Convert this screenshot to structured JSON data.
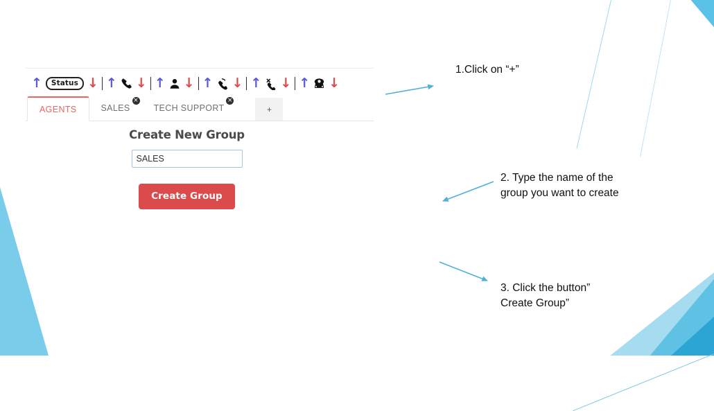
{
  "sort_bar": {
    "groups": [
      {
        "icon": "status-badge-icon",
        "label": "Status",
        "up": "↑",
        "down": "↓"
      },
      {
        "icon": "phone-handset-icon",
        "label": "",
        "up": "↑",
        "down": "↓"
      },
      {
        "icon": "user-silhouette-icon",
        "label": "",
        "up": "↑",
        "down": "↓"
      },
      {
        "icon": "outgoing-call-icon",
        "label": "",
        "up": "↑",
        "down": "↓"
      },
      {
        "icon": "missed-call-icon",
        "label": "",
        "up": "↑",
        "down": "↓"
      },
      {
        "icon": "telephone-icon",
        "label": "",
        "up": "↑",
        "down": "↓"
      }
    ]
  },
  "tabs": {
    "items": [
      {
        "label": "AGENTS",
        "active": true,
        "closable": false
      },
      {
        "label": "SALES",
        "active": false,
        "closable": true
      },
      {
        "label": "TECH SUPPORT",
        "active": false,
        "closable": true
      }
    ],
    "close_glyph": "✖",
    "add_label": "+"
  },
  "form": {
    "title": "Create New Group",
    "input_value": "SALES",
    "input_placeholder": "",
    "submit_label": "Create Group"
  },
  "annotations": {
    "step1": "1.Click on “+”",
    "step2": "2. Type the name of the\ngroup you want to create",
    "step3": "3. Click the button”\nCreate Group”"
  },
  "colors": {
    "accent_red": "#E8655F",
    "button_red": "#DC4B4B",
    "arrow_up_blue": "#5B59D6",
    "arrow_down_red": "#E04A4A",
    "callout_blue": "#4FAFD8",
    "deco_blue": "#5BC2E7"
  }
}
